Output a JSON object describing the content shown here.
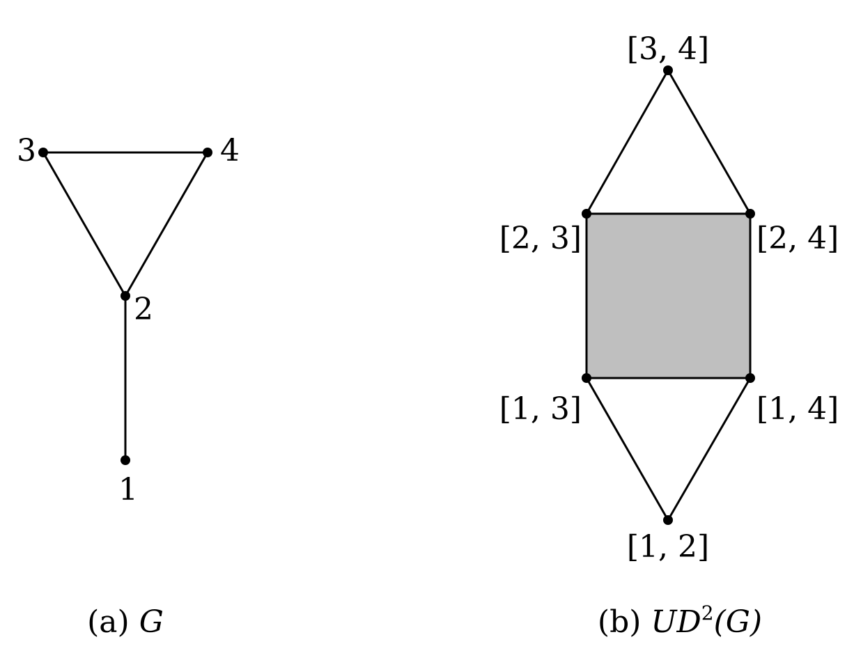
{
  "graph_g": {
    "vertex_labels": {
      "v1": "1",
      "v2": "2",
      "v3": "3",
      "v4": "4"
    }
  },
  "graph_ud2": {
    "vertex_labels": {
      "v34": "[3, 4]",
      "v23": "[2, 3]",
      "v24": "[2, 4]",
      "v13": "[1, 3]",
      "v14": "[1, 4]",
      "v12": "[1, 2]"
    },
    "face_color": "#bfbfbf"
  },
  "captions": {
    "a": {
      "tag": "(a)",
      "name": "G"
    },
    "b": {
      "tag": "(b)",
      "name": "UD",
      "sup": "2",
      "arg": "(G)"
    }
  }
}
